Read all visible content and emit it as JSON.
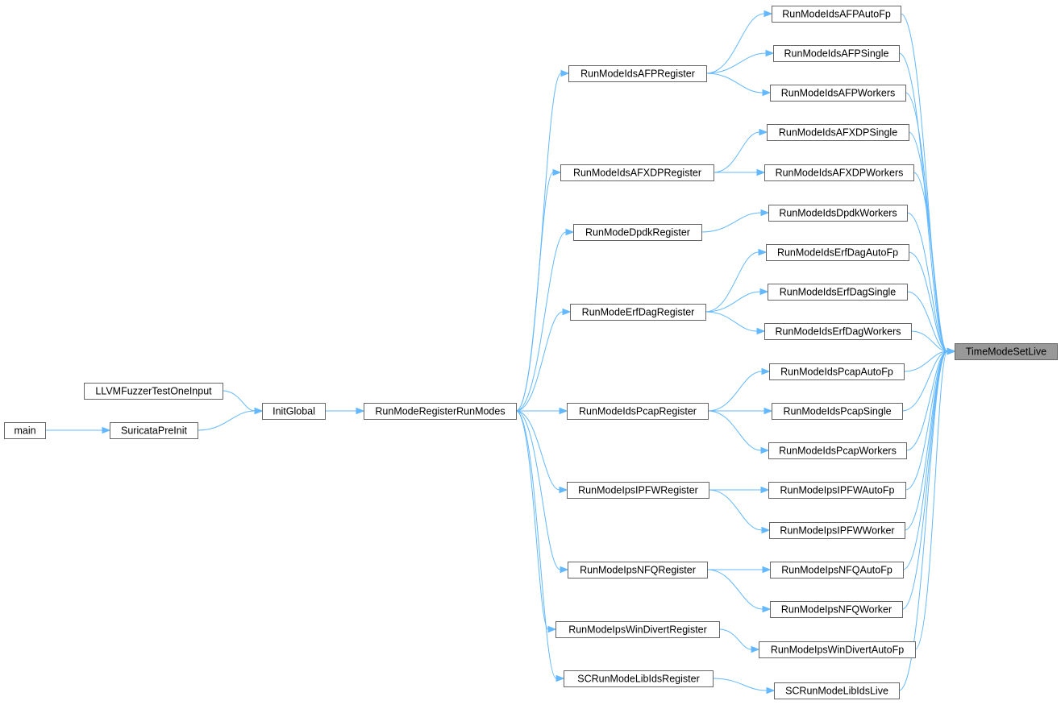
{
  "graph": {
    "nodes": [
      {
        "id": "main",
        "label": "main"
      },
      {
        "id": "llvm",
        "label": "LLVMFuzzerTestOneInput"
      },
      {
        "id": "suri",
        "label": "SuricataPreInit"
      },
      {
        "id": "initg",
        "label": "InitGlobal"
      },
      {
        "id": "rmreg",
        "label": "RunModeRegisterRunModes"
      },
      {
        "id": "afpreg",
        "label": "RunModeIdsAFPRegister"
      },
      {
        "id": "afxdpreg",
        "label": "RunModeIdsAFXDPRegister"
      },
      {
        "id": "dpdkreg",
        "label": "RunModeDpdkRegister"
      },
      {
        "id": "erfreg",
        "label": "RunModeErfDagRegister"
      },
      {
        "id": "pcapreg",
        "label": "RunModeIdsPcapRegister"
      },
      {
        "id": "ipfwreg",
        "label": "RunModeIpsIPFWRegister"
      },
      {
        "id": "nfqreg",
        "label": "RunModeIpsNFQRegister"
      },
      {
        "id": "wdreg",
        "label": "RunModeIpsWinDivertRegister"
      },
      {
        "id": "libreg",
        "label": "SCRunModeLibIdsRegister"
      },
      {
        "id": "afpauto",
        "label": "RunModeIdsAFPAutoFp"
      },
      {
        "id": "afpsingle",
        "label": "RunModeIdsAFPSingle"
      },
      {
        "id": "afpworkers",
        "label": "RunModeIdsAFPWorkers"
      },
      {
        "id": "afxdpsingle",
        "label": "RunModeIdsAFXDPSingle"
      },
      {
        "id": "afxdpworkers",
        "label": "RunModeIdsAFXDPWorkers"
      },
      {
        "id": "dpdkworkers",
        "label": "RunModeIdsDpdkWorkers"
      },
      {
        "id": "erfauto",
        "label": "RunModeIdsErfDagAutoFp"
      },
      {
        "id": "erfsingle",
        "label": "RunModeIdsErfDagSingle"
      },
      {
        "id": "erfworkers",
        "label": "RunModeIdsErfDagWorkers"
      },
      {
        "id": "pcapauto",
        "label": "RunModeIdsPcapAutoFp"
      },
      {
        "id": "pcapsingle",
        "label": "RunModeIdsPcapSingle"
      },
      {
        "id": "pcapworkers",
        "label": "RunModeIdsPcapWorkers"
      },
      {
        "id": "ipfwauto",
        "label": "RunModeIpsIPFWAutoFp"
      },
      {
        "id": "ipfwworker",
        "label": "RunModeIpsIPFWWorker"
      },
      {
        "id": "nfqauto",
        "label": "RunModeIpsNFQAutoFp"
      },
      {
        "id": "nfqworker",
        "label": "RunModeIpsNFQWorker"
      },
      {
        "id": "wdauto",
        "label": "RunModeIpsWinDivertAutoFp"
      },
      {
        "id": "liblive",
        "label": "SCRunModeLibIdsLive"
      },
      {
        "id": "target",
        "label": "TimeModeSetLive"
      }
    ],
    "edges": [
      {
        "from": "main",
        "to": "suri"
      },
      {
        "from": "llvm",
        "to": "initg"
      },
      {
        "from": "suri",
        "to": "initg"
      },
      {
        "from": "initg",
        "to": "rmreg"
      },
      {
        "from": "rmreg",
        "to": "afpreg"
      },
      {
        "from": "rmreg",
        "to": "afxdpreg"
      },
      {
        "from": "rmreg",
        "to": "dpdkreg"
      },
      {
        "from": "rmreg",
        "to": "erfreg"
      },
      {
        "from": "rmreg",
        "to": "pcapreg"
      },
      {
        "from": "rmreg",
        "to": "ipfwreg"
      },
      {
        "from": "rmreg",
        "to": "nfqreg"
      },
      {
        "from": "rmreg",
        "to": "wdreg"
      },
      {
        "from": "rmreg",
        "to": "libreg"
      },
      {
        "from": "afpreg",
        "to": "afpauto"
      },
      {
        "from": "afpreg",
        "to": "afpsingle"
      },
      {
        "from": "afpreg",
        "to": "afpworkers"
      },
      {
        "from": "afxdpreg",
        "to": "afxdpsingle"
      },
      {
        "from": "afxdpreg",
        "to": "afxdpworkers"
      },
      {
        "from": "dpdkreg",
        "to": "dpdkworkers"
      },
      {
        "from": "erfreg",
        "to": "erfauto"
      },
      {
        "from": "erfreg",
        "to": "erfsingle"
      },
      {
        "from": "erfreg",
        "to": "erfworkers"
      },
      {
        "from": "pcapreg",
        "to": "pcapauto"
      },
      {
        "from": "pcapreg",
        "to": "pcapsingle"
      },
      {
        "from": "pcapreg",
        "to": "pcapworkers"
      },
      {
        "from": "ipfwreg",
        "to": "ipfwauto"
      },
      {
        "from": "ipfwreg",
        "to": "ipfwworker"
      },
      {
        "from": "nfqreg",
        "to": "nfqauto"
      },
      {
        "from": "nfqreg",
        "to": "nfqworker"
      },
      {
        "from": "wdreg",
        "to": "wdauto"
      },
      {
        "from": "libreg",
        "to": "liblive"
      },
      {
        "from": "afpauto",
        "to": "target"
      },
      {
        "from": "afpsingle",
        "to": "target"
      },
      {
        "from": "afpworkers",
        "to": "target"
      },
      {
        "from": "afxdpsingle",
        "to": "target"
      },
      {
        "from": "afxdpworkers",
        "to": "target"
      },
      {
        "from": "dpdkworkers",
        "to": "target"
      },
      {
        "from": "erfauto",
        "to": "target"
      },
      {
        "from": "erfsingle",
        "to": "target"
      },
      {
        "from": "erfworkers",
        "to": "target"
      },
      {
        "from": "pcapauto",
        "to": "target"
      },
      {
        "from": "pcapsingle",
        "to": "target"
      },
      {
        "from": "pcapworkers",
        "to": "target"
      },
      {
        "from": "ipfwauto",
        "to": "target"
      },
      {
        "from": "ipfwworker",
        "to": "target"
      },
      {
        "from": "nfqauto",
        "to": "target"
      },
      {
        "from": "nfqworker",
        "to": "target"
      },
      {
        "from": "wdauto",
        "to": "target"
      },
      {
        "from": "liblive",
        "to": "target"
      }
    ],
    "colors": {
      "edge": "#63b8ff",
      "node_border": "#666666",
      "node_fill": "#ffffff",
      "focus_fill": "#999999",
      "text": "#000000"
    }
  }
}
